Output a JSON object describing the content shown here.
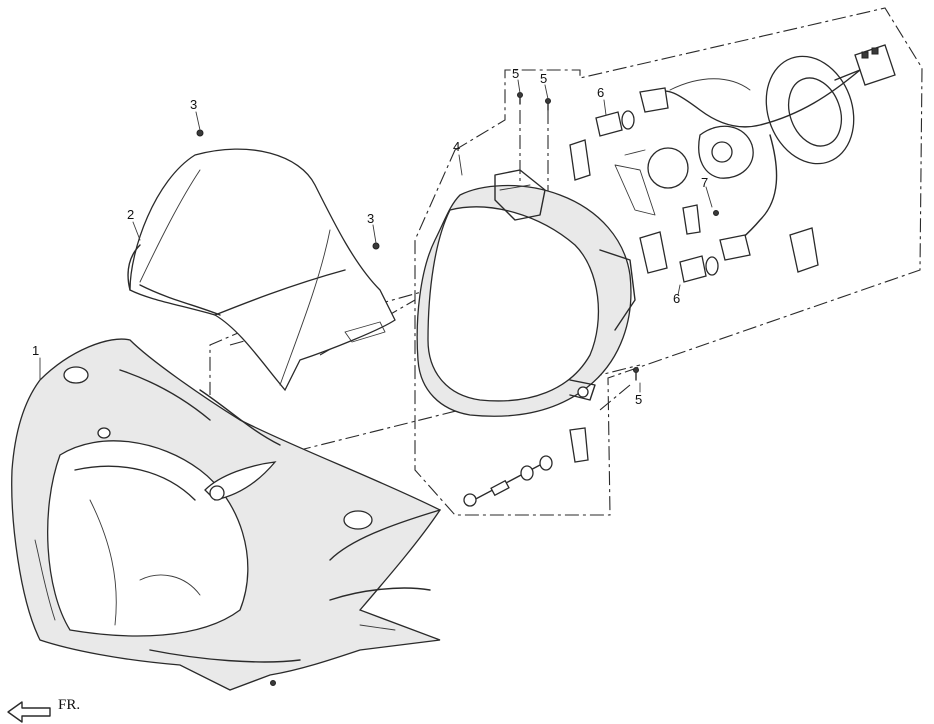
{
  "diagram": {
    "callouts": [
      {
        "id": "c1",
        "text": "1"
      },
      {
        "id": "c2",
        "text": "2"
      },
      {
        "id": "c3a",
        "text": "3"
      },
      {
        "id": "c3b",
        "text": "3"
      },
      {
        "id": "c4",
        "text": "4"
      },
      {
        "id": "c5a",
        "text": "5"
      },
      {
        "id": "c5b",
        "text": "5"
      },
      {
        "id": "c5c",
        "text": "5"
      },
      {
        "id": "c6a",
        "text": "6"
      },
      {
        "id": "c6b",
        "text": "6"
      },
      {
        "id": "c7",
        "text": "7"
      }
    ],
    "direction_label": "FR.",
    "colors": {
      "ink": "#2a2a2a",
      "fill": "#e9e9e9",
      "background": "#ffffff"
    }
  }
}
